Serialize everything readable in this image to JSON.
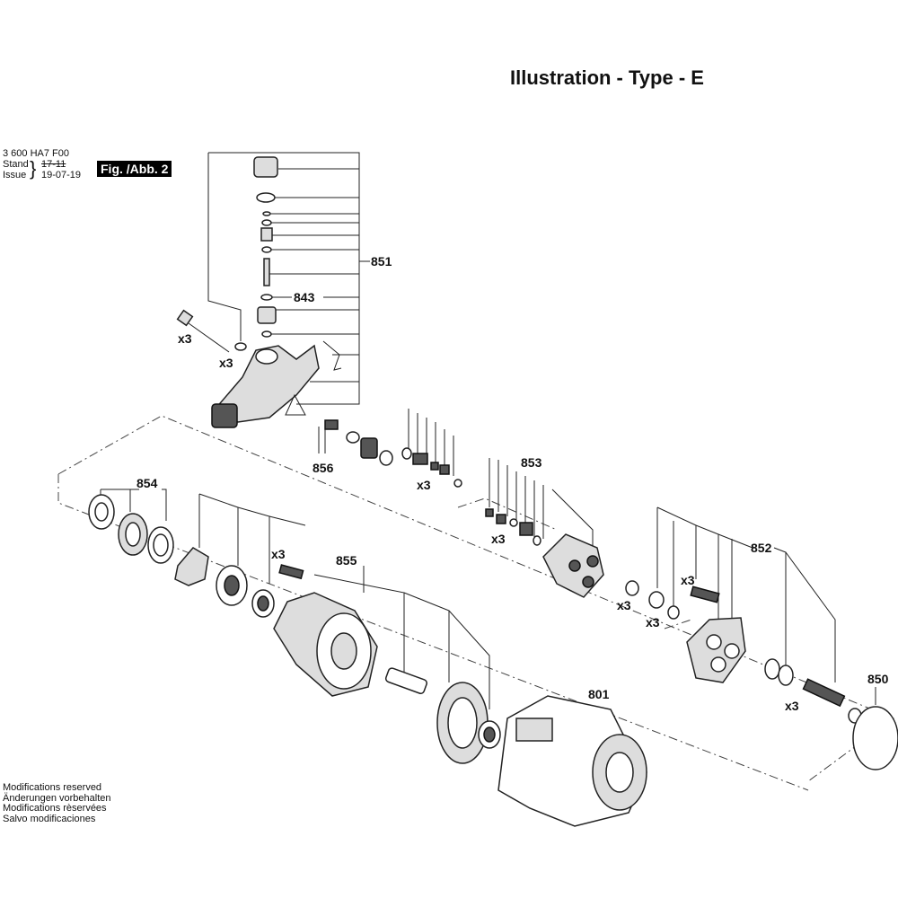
{
  "header": {
    "title": "Illustration - Type - E"
  },
  "meta": {
    "doc_number": "3 600 HA7 F00",
    "stand_label": "Stand",
    "issue_label": "Issue",
    "stand_value": "17-11",
    "issue_value": "19-07-19",
    "figure_label": "Fig. /Abb. 2"
  },
  "footer": {
    "lines": [
      "Modifications reserved",
      "Änderungen vorbehalten",
      "Modifications rèservées",
      "Salvo modificaciones"
    ]
  },
  "callouts": {
    "p851": "851",
    "p843": "843",
    "p856": "856",
    "p853": "853",
    "p854": "854",
    "p855": "855",
    "p852": "852",
    "p850": "850",
    "p801": "801",
    "qty": "x3"
  }
}
